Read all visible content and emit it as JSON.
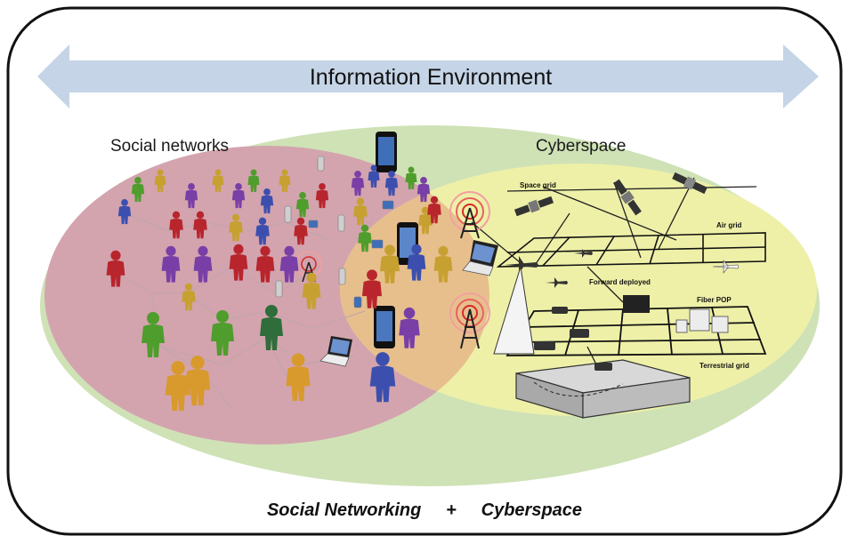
{
  "banner": {
    "title": "Information Environment"
  },
  "regions": {
    "social": {
      "title": "Social networks"
    },
    "cyber": {
      "title": "Cyberspace"
    }
  },
  "grid_labels": {
    "space": "Space grid",
    "air": "Air grid",
    "forward": "Forward deployed",
    "fiber": "Fiber POP",
    "terrestrial": "Terrestrial grid"
  },
  "caption": {
    "left": "Social Networking",
    "plus": "+",
    "right": "Cyberspace"
  },
  "colors": {
    "frame": "#111111",
    "banner_arrow": "#c5d4e6",
    "outer_ellipse": "#cfe2b6",
    "social_ellipse": "#d3a4ae",
    "cyber_ellipse": "#eef0a8",
    "people": [
      "#4f9d2c",
      "#7a3fa6",
      "#b8252d",
      "#c7a032",
      "#3c4fae",
      "#d89a2c",
      "#2f6d3a"
    ]
  },
  "icons": [
    "person-icon",
    "smartphone-icon",
    "laptop-icon",
    "radio-tower-icon",
    "satellite-icon",
    "aircraft-icon",
    "server-icon"
  ]
}
